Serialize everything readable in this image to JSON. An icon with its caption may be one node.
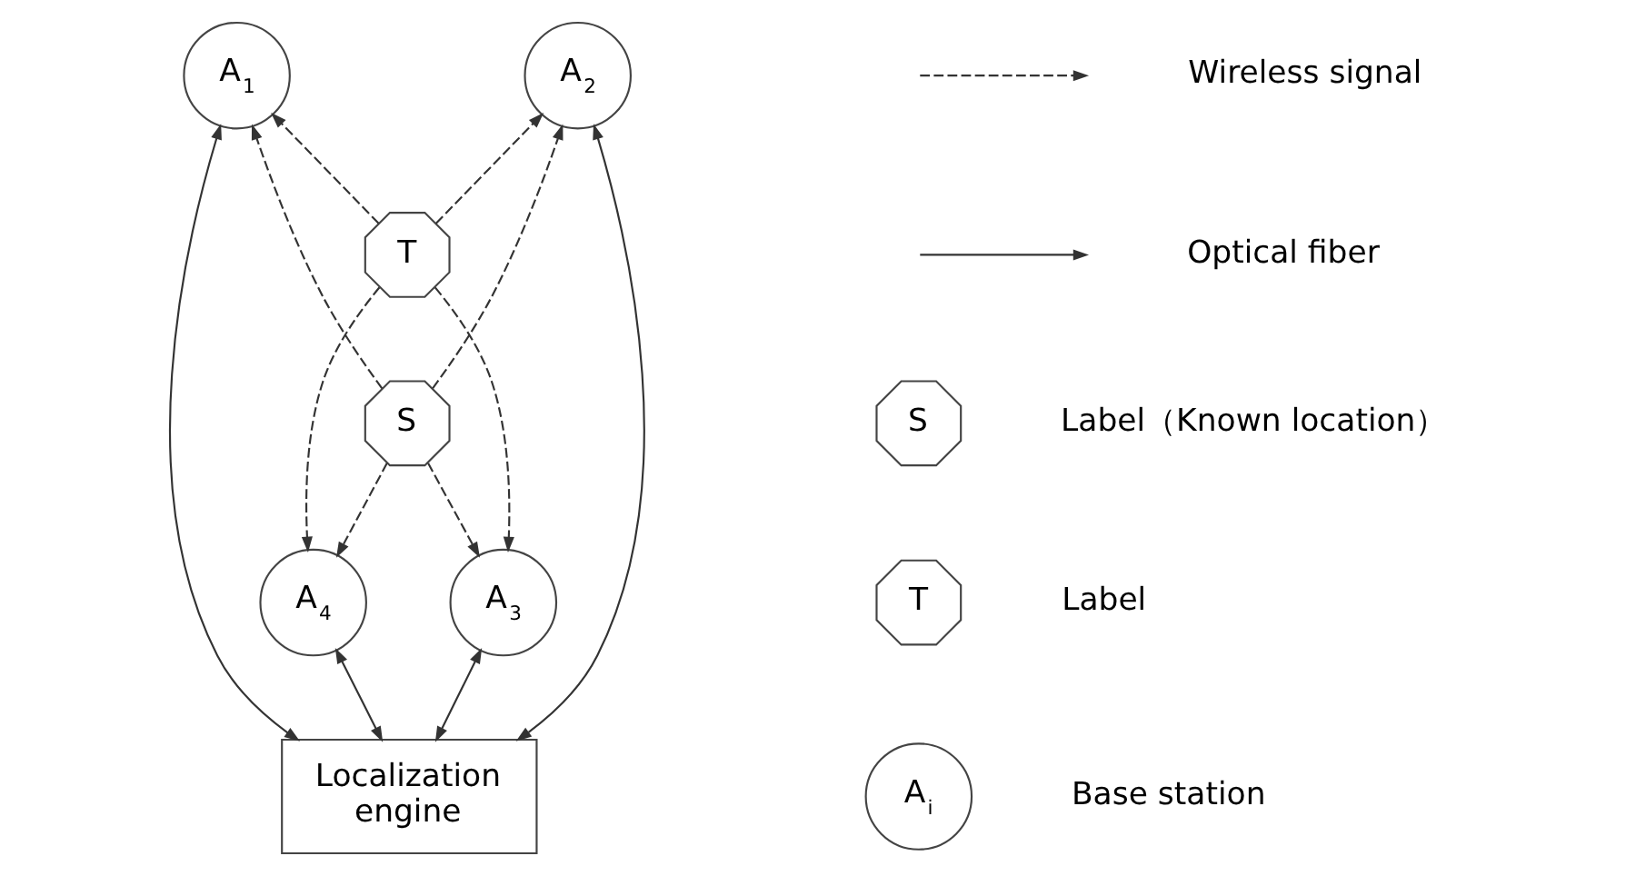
{
  "diagram": {
    "nodes": [
      {
        "text": [
          "A$_{1}$"
        ]
      },
      {
        "text": [
          "A$_{2}$"
        ]
      },
      {
        "text": [
          "T"
        ]
      },
      {
        "text": [
          "S"
        ]
      },
      {
        "text": [
          "A$_{3}$"
        ]
      },
      {
        "text": [
          "A$_{4}$"
        ]
      },
      {
        "text": [
          "Localization engine"
        ]
      },
      {
        "text": [
          "S"
        ],
        "beside": [
          "Label（Known location）"
        ]
      },
      {
        "text": [
          "T"
        ],
        "beside": [
          "Label"
        ]
      },
      {
        "text": [
          "A$_{i}$"
        ],
        "beside": [
          "Base station"
        ]
      }
    ],
    "edges": [
      {
        "from": 2,
        "to": 0,
        "arrow": "to",
        "style": "dashed"
      },
      {
        "from": 2,
        "to": 1,
        "arrow": "to",
        "style": "dashed"
      },
      {
        "from": 2,
        "to": 4,
        "arrow": "to",
        "style": "dashed"
      },
      {
        "from": 2,
        "to": 5,
        "arrow": "to",
        "style": "dashed"
      },
      {
        "from": 3,
        "to": 0,
        "arrow": "to",
        "style": "dashed"
      },
      {
        "from": 3,
        "to": 1,
        "arrow": "to",
        "style": "dashed"
      },
      {
        "from": 3,
        "to": 4,
        "arrow": "to",
        "style": "dashed"
      },
      {
        "from": 3,
        "to": 5,
        "arrow": "to",
        "style": "dashed"
      },
      {
        "from": 0,
        "to": 6,
        "arrow": "both"
      },
      {
        "from": 1,
        "to": 6,
        "arrow": "both"
      },
      {
        "from": 4,
        "to": 6,
        "arrow": "both"
      },
      {
        "from": 5,
        "to": 6,
        "arrow": "both"
      }
    ],
    "legend": [
      {
        "text": "Wireless signal"
      },
      {
        "text": "Optical fiber"
      }
    ]
  }
}
